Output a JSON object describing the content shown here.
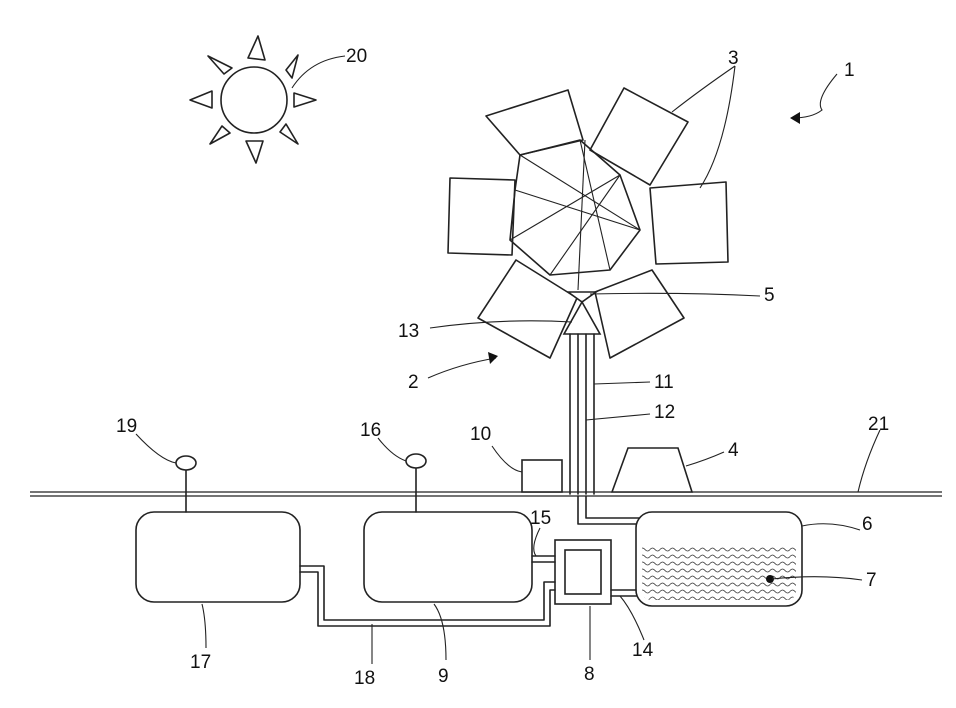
{
  "labels": {
    "system": "1",
    "tracker_assembly": "2",
    "panels": "3",
    "housing": "4",
    "concentrator": "5",
    "tank": "6",
    "liquid": "7",
    "exchanger": "8",
    "storage_one": "9",
    "unit_ten": "10",
    "pipe_up": "11",
    "pipe_down": "12",
    "receiver": "13",
    "line_14": "14",
    "line_15": "15",
    "vent_one": "16",
    "storage_two": "17",
    "line_18": "18",
    "vent_two": "19",
    "sun": "20",
    "ground": "21"
  }
}
